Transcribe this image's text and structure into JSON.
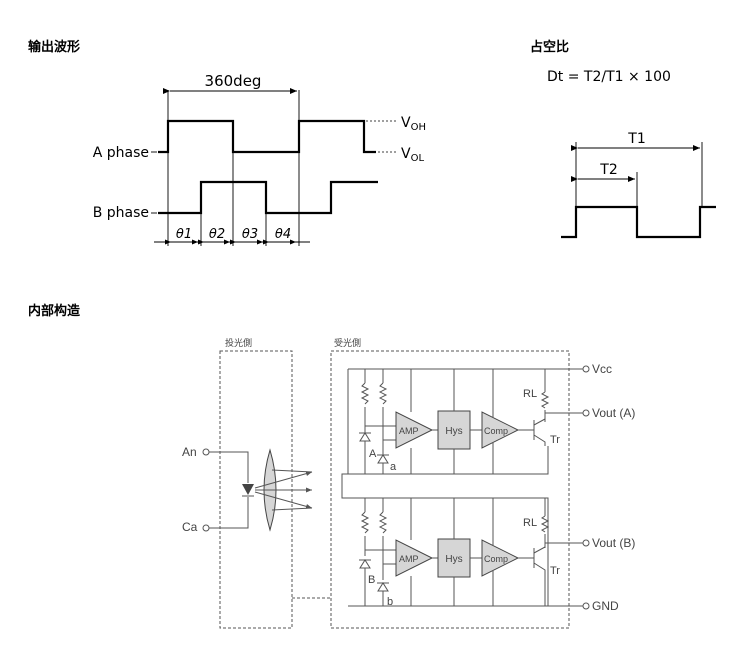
{
  "sections": {
    "output_waveform": "输出波形",
    "duty_ratio": "占空比",
    "internal_structure": "内部构造"
  },
  "waveform": {
    "period_label": "360deg",
    "a_phase": "A phase",
    "b_phase": "B phase",
    "voh_main": "V",
    "voh_sub": "OH",
    "vol_main": "V",
    "vol_sub": "OL",
    "thetas": [
      "θ1",
      "θ2",
      "θ3",
      "θ4"
    ]
  },
  "duty": {
    "formula": "Dt = T2/T1 × 100",
    "t1": "T1",
    "t2": "T2"
  },
  "circuit": {
    "emitter_label": "投光側",
    "receiver_label": "受光側",
    "an": "An",
    "ca": "Ca",
    "vcc": "Vcc",
    "vout_a": "Vout (A)",
    "vout_b": "Vout (B)",
    "gnd": "GND",
    "rl": "RL",
    "tr": "Tr",
    "amp": "AMP",
    "hys": "Hys",
    "comp": "Comp",
    "diode_a_upper": "A",
    "diode_a_lower": "a",
    "diode_b_upper": "B",
    "diode_b_lower": "b"
  }
}
